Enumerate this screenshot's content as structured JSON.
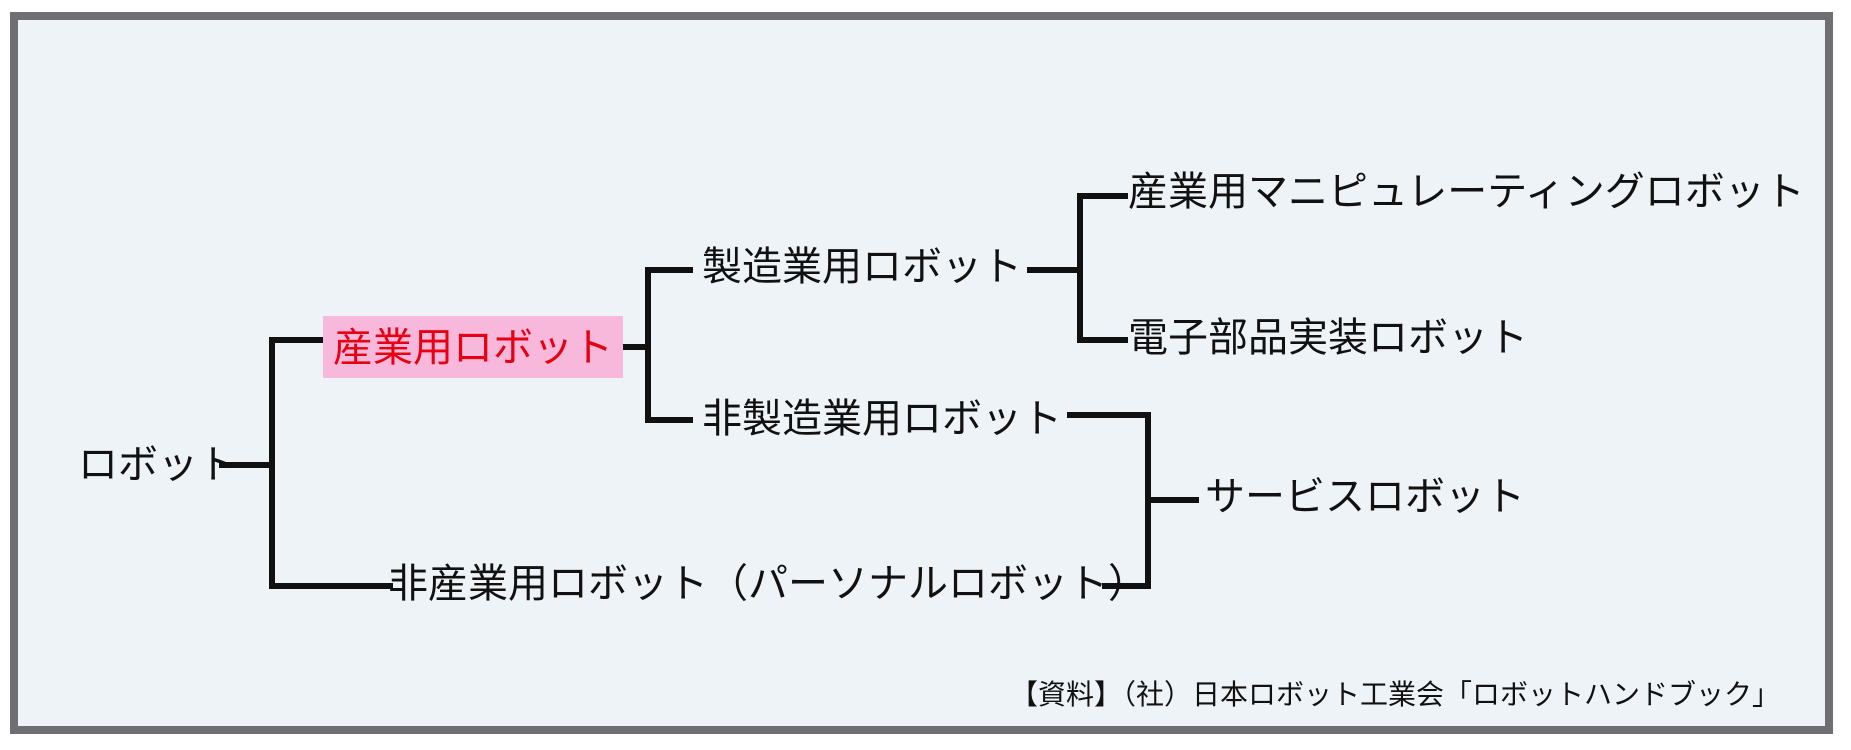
{
  "nodes": {
    "root": "ロボット",
    "industrial": "産業用ロボット",
    "non_industrial": "非産業用ロボット（パーソナルロボット）",
    "manufacturing": "製造業用ロボット",
    "non_manufacturing": "非製造業用ロボット",
    "manipulating": "産業用マニピュレーティングロボット",
    "electronic_mounting": "電子部品実装ロボット",
    "service": "サービスロボット"
  },
  "source": "【資料】（社）日本ロボット工業会「ロボットハンドブック」",
  "colors": {
    "frame_border": "#6f6f73",
    "background": "#eef3f7",
    "line": "#111111",
    "highlight_bg": "#f7b8dc",
    "highlight_text": "#e60012"
  }
}
